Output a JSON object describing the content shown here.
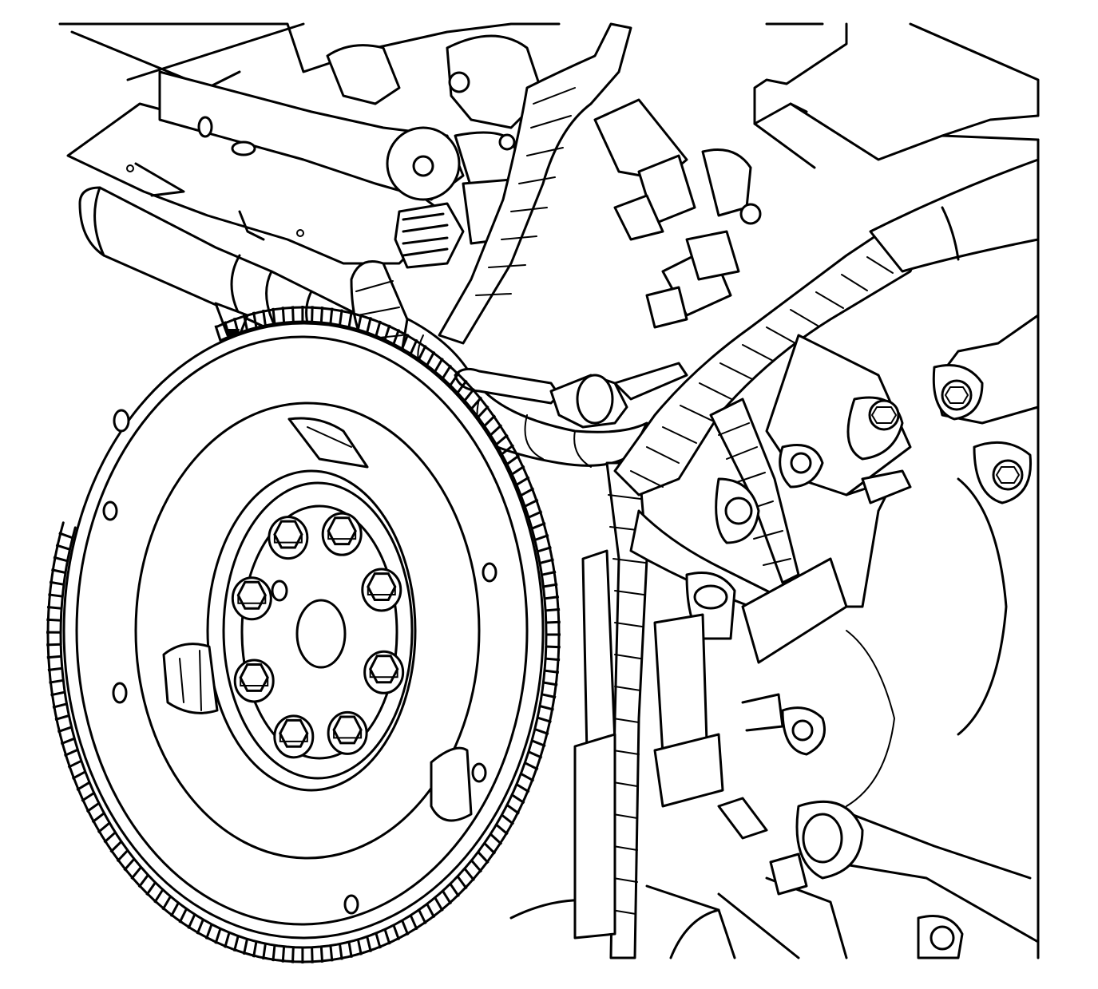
{
  "figure": {
    "style": "black line art on white",
    "colors": {
      "line": "#000000",
      "background": "#ffffff"
    },
    "components": [
      "flywheel",
      "ring-gear",
      "flywheel-bolts",
      "wiring-harness",
      "harness-connector",
      "engine-block",
      "intake-manifold",
      "sensor",
      "engine-mount-bracket"
    ],
    "flywheel_bolt_count": 8,
    "printed_text": []
  }
}
